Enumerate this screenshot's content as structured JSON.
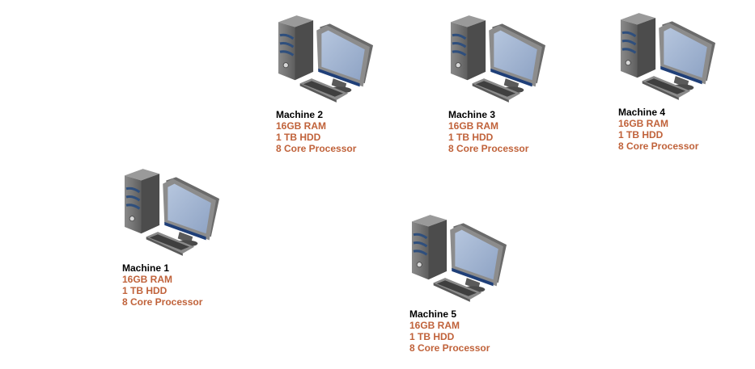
{
  "colors": {
    "name_text": "#000000",
    "spec_text": "#c0623a",
    "tower_front": "#6f6f6f",
    "tower_side": "#4c4c4c",
    "tower_stripe": "#2f4f7d",
    "monitor_frame": "#6b6b6b",
    "monitor_screen": "#9eb2cf",
    "monitor_bezel_stripe": "#1f3f78"
  },
  "icons": {
    "computer": "desktop-computer-icon"
  },
  "machines": [
    {
      "name": "Machine 1",
      "ram": "16GB RAM",
      "disk": "1 TB HDD",
      "cpu": "8 Core Processor"
    },
    {
      "name": "Machine 2",
      "ram": "16GB RAM",
      "disk": "1 TB HDD",
      "cpu": "8 Core Processor"
    },
    {
      "name": "Machine 3",
      "ram": "16GB RAM",
      "disk": "1 TB HDD",
      "cpu": "8 Core Processor"
    },
    {
      "name": "Machine 4",
      "ram": "16GB RAM",
      "disk": "1 TB HDD",
      "cpu": "8 Core Processor"
    },
    {
      "name": "Machine 5",
      "ram": "16GB RAM",
      "disk": "1 TB HDD",
      "cpu": "8 Core Processor"
    }
  ]
}
